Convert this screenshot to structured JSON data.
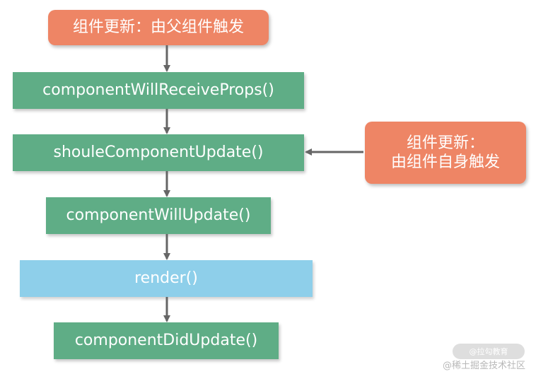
{
  "trigger_parent": {
    "label": "组件更新：由父组件触发"
  },
  "trigger_self": {
    "line1": "组件更新：",
    "line2": "由组件自身触发"
  },
  "steps": [
    {
      "label": "componentWillReceiveProps()"
    },
    {
      "label": "shouleComponentUpdate()"
    },
    {
      "label": "componentWillUpdate()"
    },
    {
      "label": "render()"
    },
    {
      "label": "componentDidUpdate()"
    }
  ],
  "watermark": {
    "badge": "@拉勾教育",
    "text": "@稀土掘金技术社区"
  },
  "colors": {
    "step_green": "#5fad86",
    "render_blue": "#8ecfea",
    "trigger_orange": "#ee8565",
    "arrow_gray": "#666666"
  }
}
